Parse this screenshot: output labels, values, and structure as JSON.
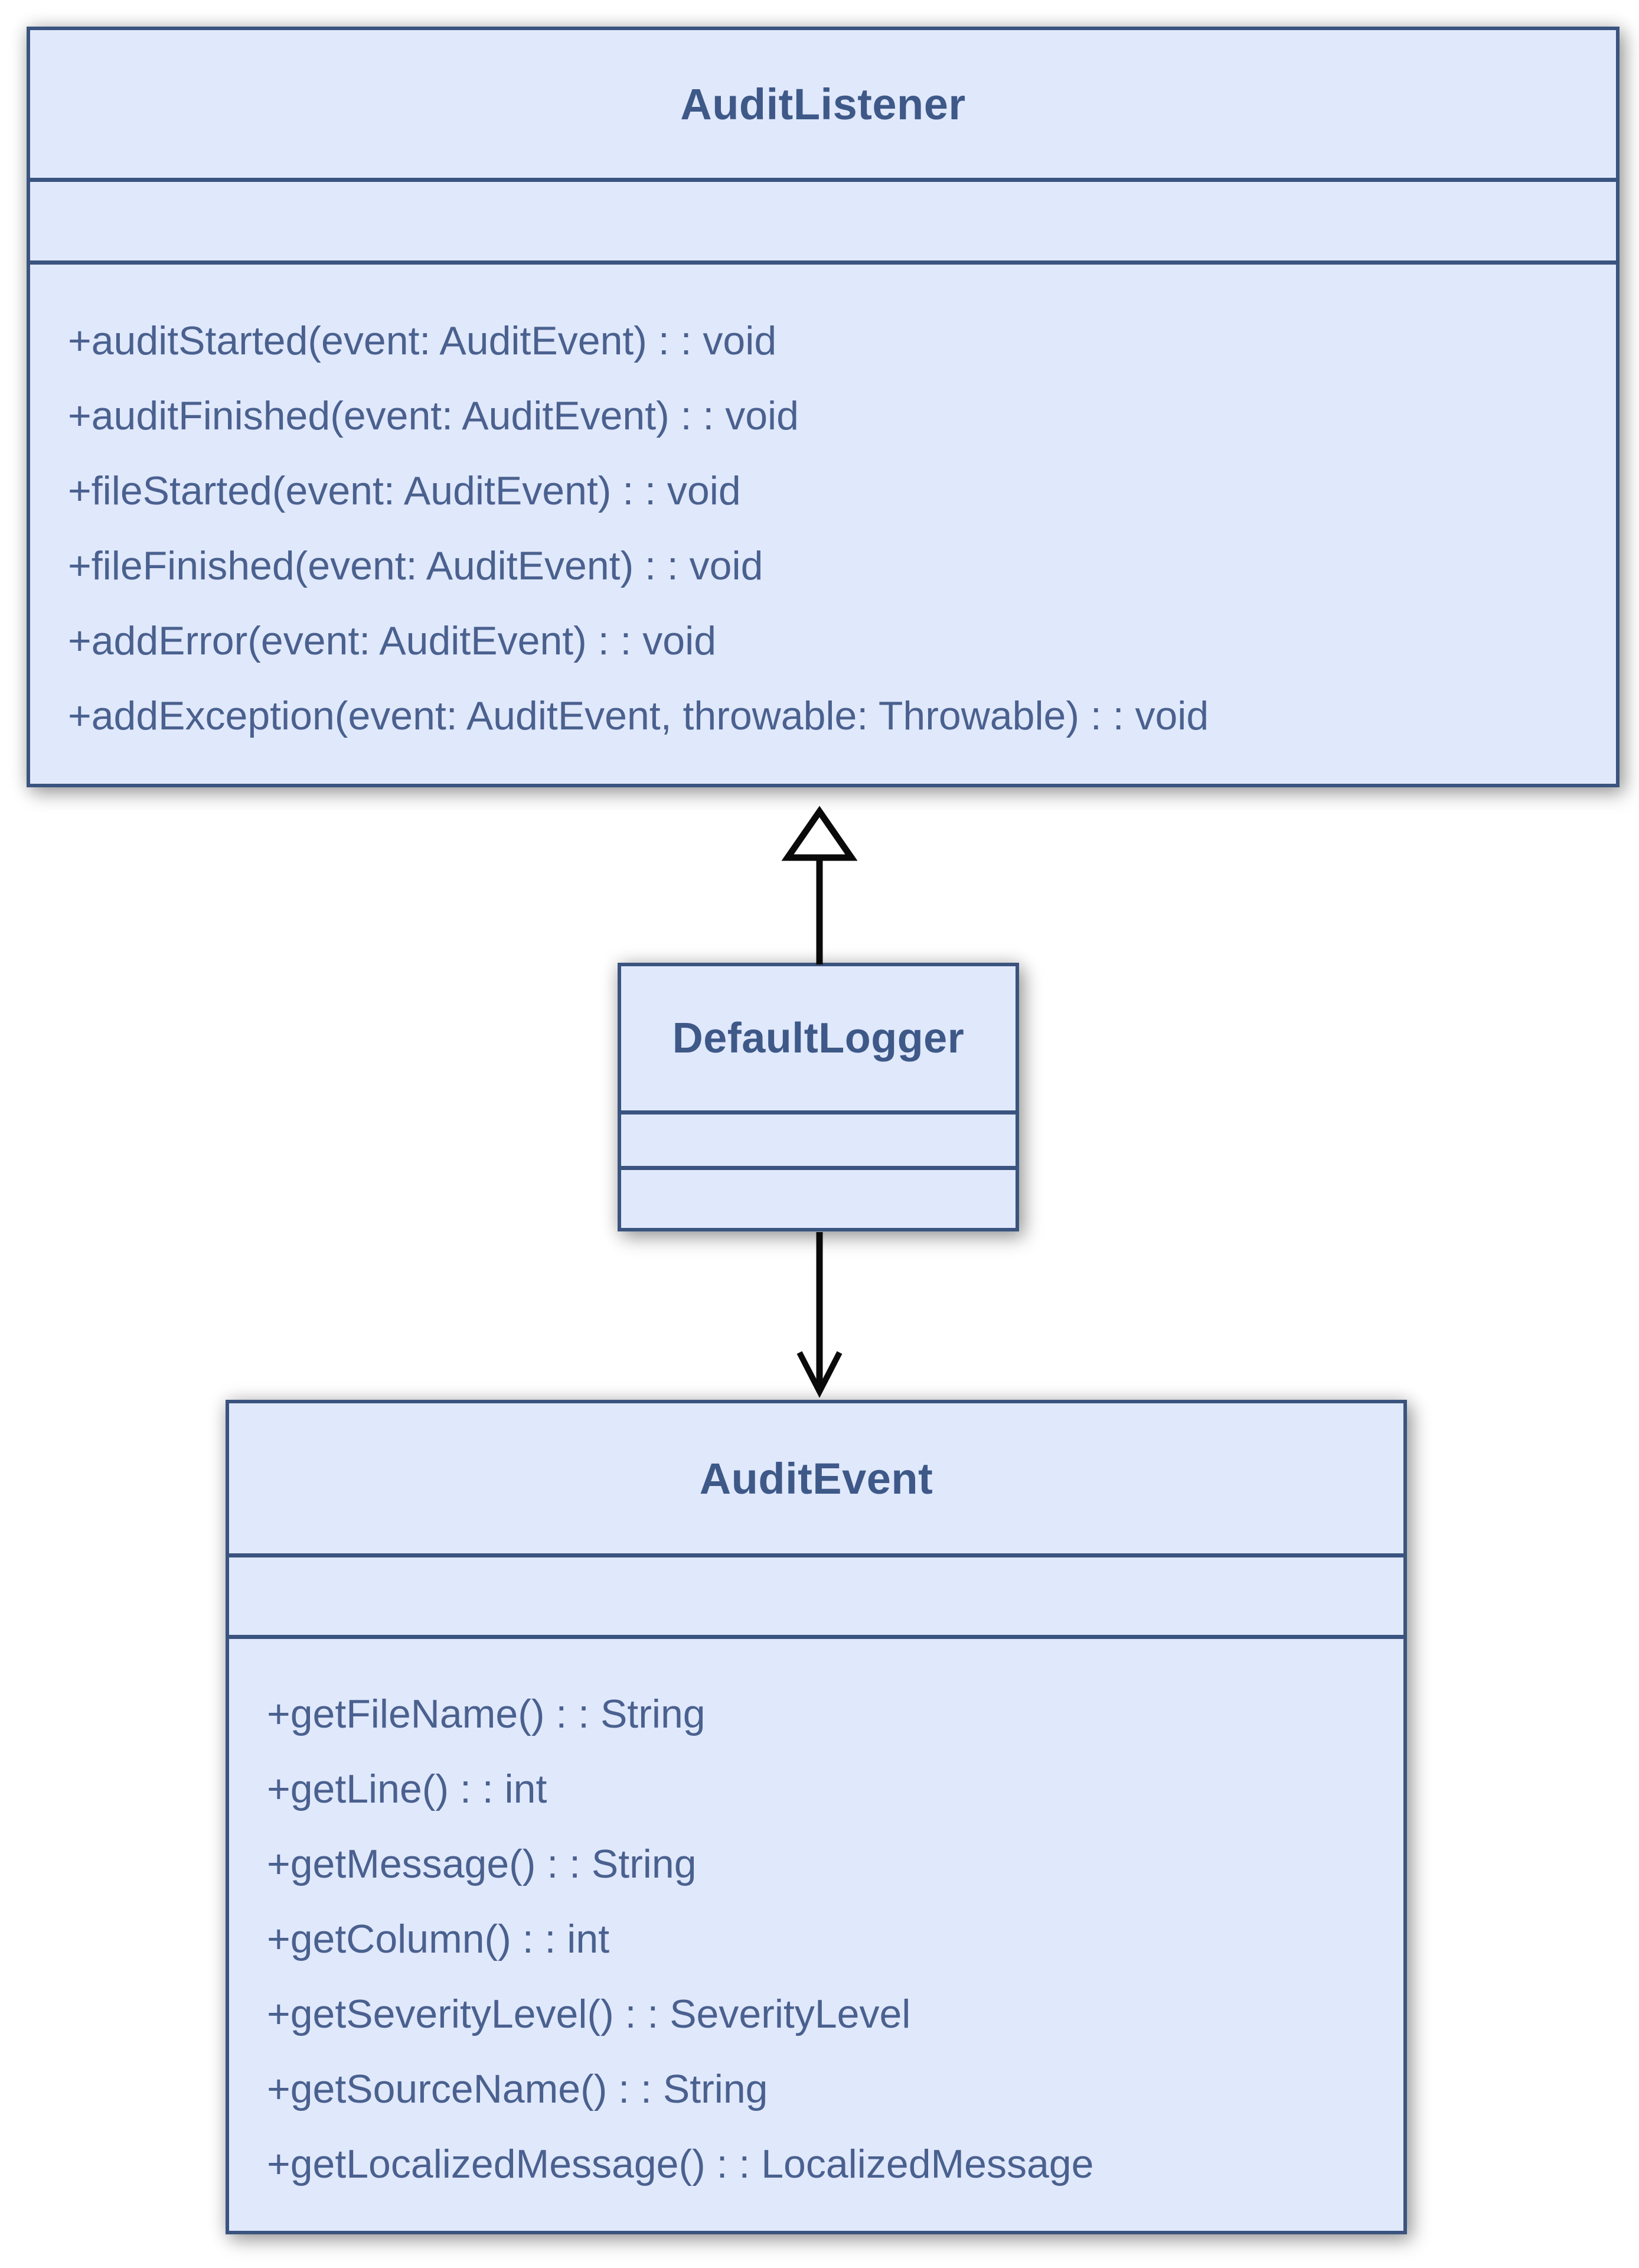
{
  "diagram": {
    "type": "uml-class-diagram",
    "classes": [
      {
        "id": "audit-listener",
        "name": "AuditListener",
        "attributes": [],
        "methods": [
          "+auditStarted(event: AuditEvent) : : void",
          "+auditFinished(event: AuditEvent) : : void",
          "+fileStarted(event: AuditEvent) : : void",
          "+fileFinished(event: AuditEvent) : : void",
          "+addError(event: AuditEvent) : : void",
          "+addException(event: AuditEvent, throwable: Throwable) : : void"
        ]
      },
      {
        "id": "default-logger",
        "name": "DefaultLogger",
        "attributes": [],
        "methods": []
      },
      {
        "id": "audit-event",
        "name": "AuditEvent",
        "attributes": [],
        "methods": [
          "+getFileName() : : String",
          "+getLine() : : int",
          "+getMessage() : : String",
          "+getColumn() : : int",
          "+getSeverityLevel() : : SeverityLevel",
          "+getSourceName() : : String",
          "+getLocalizedMessage() : : LocalizedMessage"
        ]
      }
    ],
    "relationships": [
      {
        "from": "DefaultLogger",
        "to": "AuditListener",
        "type": "realization",
        "arrowhead": "hollow-triangle"
      },
      {
        "from": "DefaultLogger",
        "to": "AuditEvent",
        "type": "directed-association",
        "arrowhead": "open-v"
      }
    ],
    "colors": {
      "background": "#ffffff",
      "box_fill": "#e0e8fb",
      "box_border": "#3a547f",
      "title_text": "#3e5988",
      "method_text": "#4a618f",
      "arrow": "#0a0a0a"
    }
  }
}
